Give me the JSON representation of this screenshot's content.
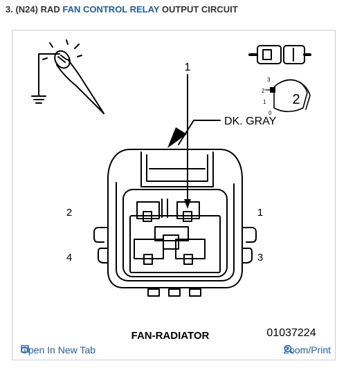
{
  "step": {
    "prefix": "3. (N24) RAD ",
    "link_text": "FAN CONTROL RELAY",
    "suffix": " OUTPUT CIRCUIT"
  },
  "diagram": {
    "pointer_number": "1",
    "wire_label": "DK. GRAY",
    "pin_labels": {
      "top_left": "2",
      "top_right": "1",
      "bottom_left": "4",
      "bottom_right": "3"
    },
    "connector_view_numbers": [
      "3",
      "2",
      "1",
      "0"
    ],
    "connector_view_badge": "2",
    "connector_name": "FAN-RADIATOR",
    "figure_number": "01037224"
  },
  "footer": {
    "open_label": "Open In New Tab",
    "zoom_label": "Zoom/Print"
  },
  "colors": {
    "link": "#1f5fa8",
    "border": "#cfcfcf",
    "line": "#000000"
  },
  "icons": [
    "new-tab-icon",
    "zoom-icon",
    "test-probe-icon",
    "connector-key-icon"
  ]
}
